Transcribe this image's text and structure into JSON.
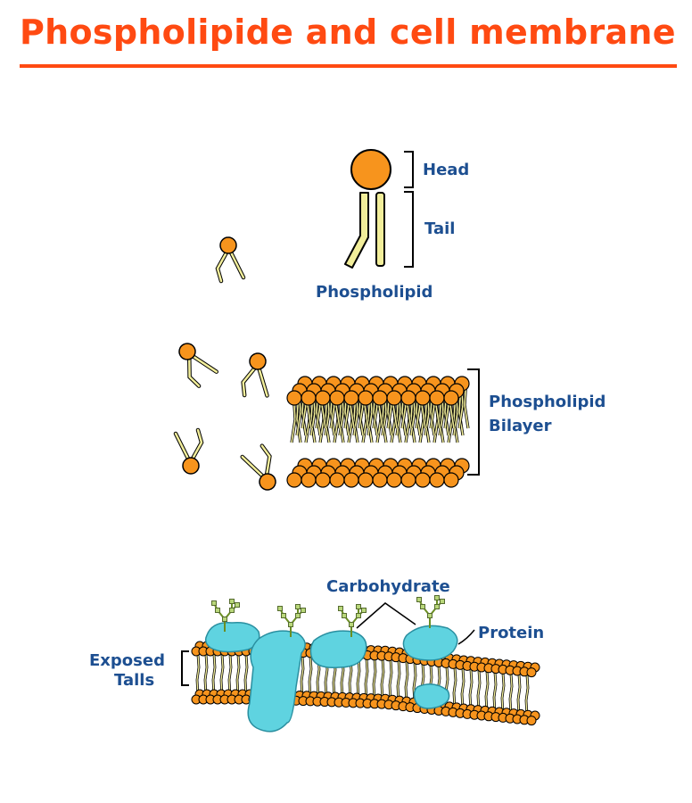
{
  "title": "Phospholipide and cell membrane",
  "labels": {
    "head": "Head",
    "tail": "Tail",
    "phospholipid": "Phospholipid",
    "bilayer_line1": "Phospholipid",
    "bilayer_line2": "Bilayer",
    "carbohydrate": "Carbohydrate",
    "protein": "Protein",
    "exposed_line1": "Exposed",
    "exposed_line2": "Talls"
  },
  "colors": {
    "title": "#ff4a12",
    "label": "#1d4f91",
    "head": "#f7941d",
    "tail": "#f2ee9a",
    "protein": "#5fd3e0",
    "outline": "#000000"
  }
}
